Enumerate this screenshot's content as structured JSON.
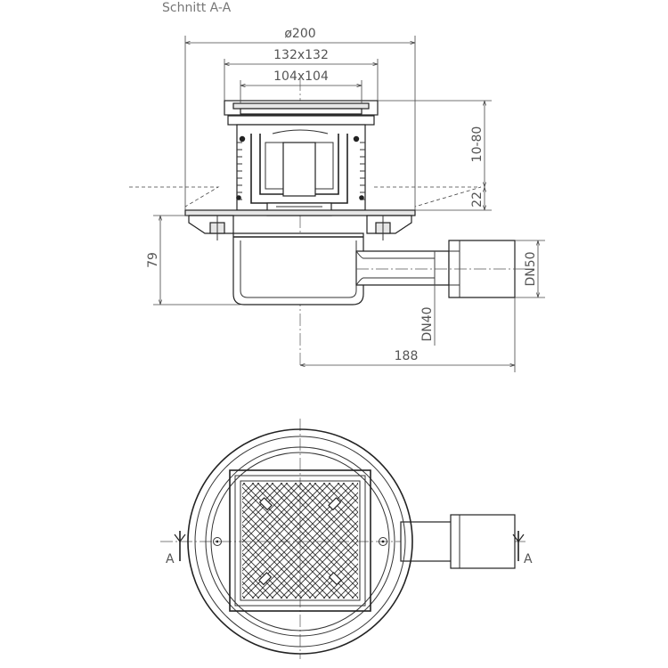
{
  "title": "Schnitt A-A",
  "dimensions": {
    "diameter": "ø200",
    "frame_outer": "132x132",
    "frame_inner": "104x104",
    "height_range": "10-80",
    "flange": "22",
    "body_height": "79",
    "outlet_length": "188",
    "outlet_dn": "DN50",
    "inner_dn": "DN40"
  },
  "section_marks": {
    "left": "A",
    "right": "A"
  }
}
